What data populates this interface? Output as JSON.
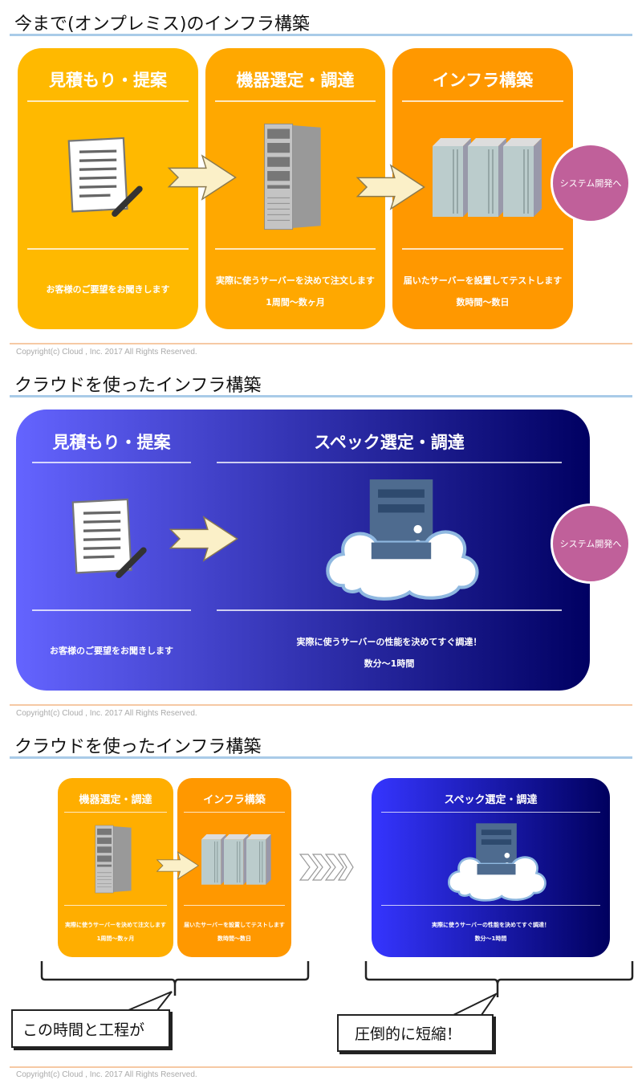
{
  "section1": {
    "title": "今まで(オンプレミス)のインフラ構築",
    "cards": [
      {
        "heading": "見積もり・提案",
        "text": "お客様のご要望をお聞きします",
        "duration": ""
      },
      {
        "heading": "機器選定・調達",
        "text": "実際に使うサーバーを決めて注文します",
        "duration": "1周間〜数ヶ月"
      },
      {
        "heading": "インフラ構築",
        "text": "届いたサーバーを設置してテストします",
        "duration": "数時間〜数日"
      }
    ],
    "next": "システム開発へ",
    "copyright": "Copyright(c) Cloud , Inc. 2017 All Rights Reserved."
  },
  "section2": {
    "title": "クラウドを使ったインフラ構築",
    "left": {
      "heading": "見積もり・提案",
      "text": "お客様のご要望をお聞きします"
    },
    "right": {
      "heading": "スペック選定・調達",
      "text": "実際に使うサーバーの性能を決めてすぐ調達！",
      "duration": "数分〜1時間"
    },
    "next": "システム開発へ",
    "copyright": "Copyright(c) Cloud , Inc. 2017 All Rights Reserved."
  },
  "section3": {
    "title": "クラウドを使ったインフラ構築",
    "cards": [
      {
        "heading": "機器選定・調達",
        "text": "実際に使うサーバーを決めて注文します",
        "duration": "1周間〜数ヶ月"
      },
      {
        "heading": "インフラ構築",
        "text": "届いたサーバーを設置してテストします",
        "duration": "数時間〜数日"
      },
      {
        "heading": "スペック選定・調達",
        "text": "実際に使うサーバーの性能を決めてすぐ調達！",
        "duration": "数分〜1時間"
      }
    ],
    "callout_left": "この時間と工程が",
    "callout_right": "圧倒的に短縮！",
    "copyright": "Copyright(c) Cloud , Inc. 2017 All Rights Reserved."
  },
  "colors": {
    "card1": "#ffb900",
    "card2": "#ffa800",
    "card3": "#ff9800",
    "circle": "#c0609a"
  }
}
